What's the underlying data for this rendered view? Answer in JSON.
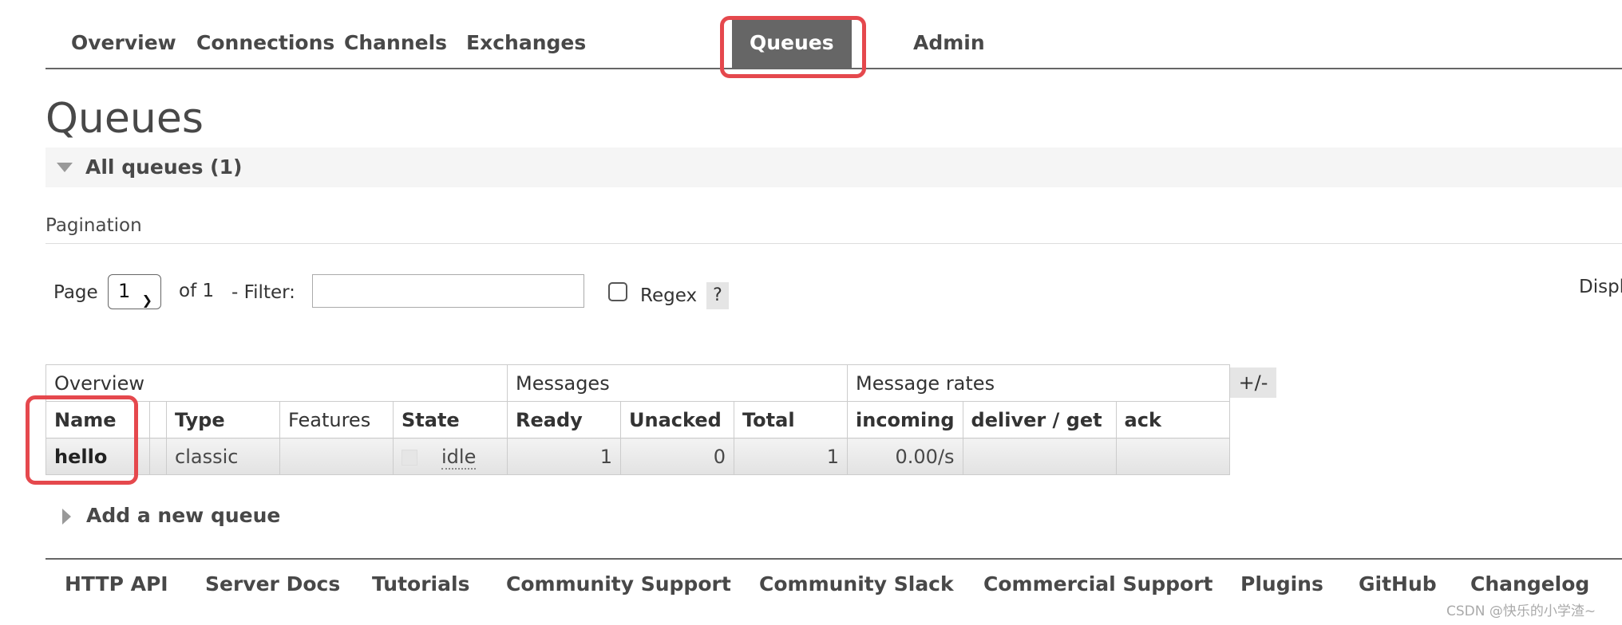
{
  "nav": {
    "tabs": [
      {
        "label": "Overview"
      },
      {
        "label": "Connections"
      },
      {
        "label": "Channels"
      },
      {
        "label": "Exchanges"
      },
      {
        "label": "Queues",
        "active": true
      },
      {
        "label": "Admin"
      }
    ]
  },
  "page": {
    "title": "Queues",
    "section_label": "All queues (1)"
  },
  "pagination": {
    "label": "Pagination",
    "page_label": "Page",
    "page_value": "1",
    "of_label": "of 1",
    "filter_label": "- Filter:",
    "filter_value": "",
    "regex_label": "Regex",
    "regex_checked": false,
    "help_label": "?",
    "display_label": "Displ"
  },
  "table": {
    "groups": [
      "Overview",
      "Messages",
      "Message rates"
    ],
    "columns": [
      "Name",
      "",
      "Type",
      "Features",
      "State",
      "Ready",
      "Unacked",
      "Total",
      "incoming",
      "deliver / get",
      "ack"
    ],
    "rows": [
      {
        "name": "hello",
        "type": "classic",
        "features": "",
        "state": "idle",
        "ready": "1",
        "unacked": "0",
        "total": "1",
        "incoming": "0.00/s",
        "deliver_get": "",
        "ack": ""
      }
    ],
    "column_toggle_label": "+/-"
  },
  "add_queue": {
    "label": "Add a new queue"
  },
  "footer": {
    "links": [
      "HTTP API",
      "Server Docs",
      "Tutorials",
      "Community Support",
      "Community Slack",
      "Commercial Support",
      "Plugins",
      "GitHub",
      "Changelog"
    ]
  },
  "watermark": "CSDN @快乐的小学渣~",
  "colors": {
    "active_tab_bg": "#666666",
    "highlight": "#e5484d",
    "text": "#484848"
  }
}
